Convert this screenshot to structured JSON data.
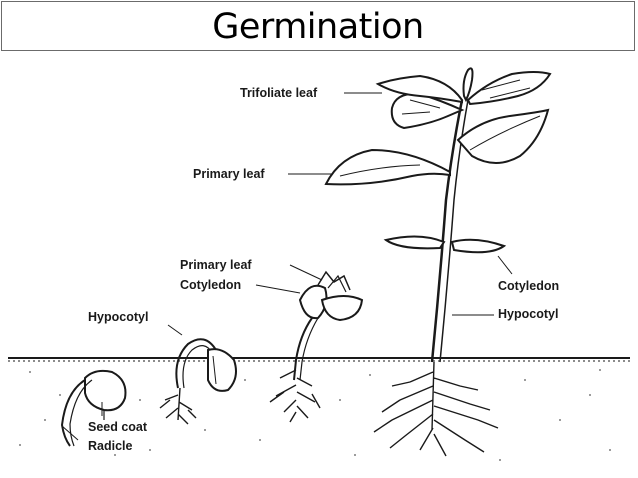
{
  "title": "Germination",
  "labels": {
    "trifoliate_leaf": "Trifoliate leaf",
    "primary_leaf_mature": "Primary leaf",
    "primary_leaf_seedling": "Primary leaf",
    "cotyledon_seedling": "Cotyledon",
    "hypocotyl_left": "Hypocotyl",
    "cotyledon_mature": "Cotyledon",
    "hypocotyl_mature": "Hypocotyl",
    "seed_coat": "Seed coat",
    "radicle": "Radicle"
  },
  "colors": {
    "ink": "#1a1a1a",
    "frame": "#6b6b6b"
  }
}
